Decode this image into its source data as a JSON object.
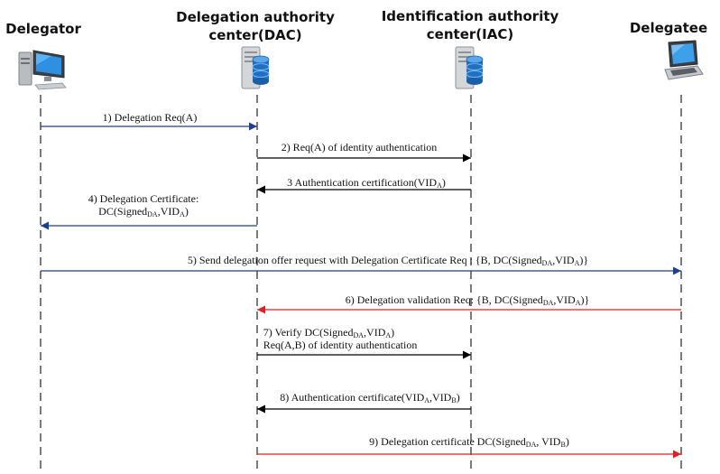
{
  "actors": [
    {
      "id": "delegator",
      "title": "Delegator",
      "icon": "desktop-computer-icon"
    },
    {
      "id": "dac",
      "title": "Delegation authority\ncenter(DAC)",
      "icon": "server-database-icon"
    },
    {
      "id": "iac",
      "title": "Identification authority\ncenter(IAC)",
      "icon": "server-database-icon"
    },
    {
      "id": "delegatee",
      "title": "Delegatee",
      "icon": "laptop-icon"
    }
  ],
  "messages": [
    {
      "from": "delegator",
      "to": "dac",
      "color": "#1f3f8f",
      "lines": [
        [
          {
            "t": "1) Delegation Req(A)"
          }
        ]
      ]
    },
    {
      "from": "dac",
      "to": "iac",
      "color": "#000000",
      "lines": [
        [
          {
            "t": "2) Req(A) of identity authentication"
          }
        ]
      ]
    },
    {
      "from": "iac",
      "to": "dac",
      "color": "#000000",
      "lines": [
        [
          {
            "t": "3 Authentication certification(VID"
          },
          {
            "t": "A",
            "sub": true
          },
          {
            "t": ")"
          }
        ]
      ]
    },
    {
      "from": "dac",
      "to": "delegator",
      "color": "#1f3f8f",
      "lines": [
        [
          {
            "t": "4) Delegation Certificate:"
          }
        ],
        [
          {
            "t": "DC(Signed"
          },
          {
            "t": "DA",
            "sub": true
          },
          {
            "t": ",VID"
          },
          {
            "t": "A",
            "sub": true
          },
          {
            "t": ")"
          }
        ]
      ]
    },
    {
      "from": "delegator",
      "to": "delegatee",
      "color": "#1f3f8f",
      "lines": [
        [
          {
            "t": "5) Send delegation offer request with Delegation Certificate Req : {B, DC(Signed"
          },
          {
            "t": "DA",
            "sub": true
          },
          {
            "t": ",VID"
          },
          {
            "t": "A",
            "sub": true
          },
          {
            "t": ")}"
          }
        ]
      ]
    },
    {
      "from": "delegatee",
      "to": "dac",
      "color": "#e02020",
      "lines": [
        [
          {
            "t": "6) Delegation validation Req: {B, DC(Signed"
          },
          {
            "t": "DA",
            "sub": true
          },
          {
            "t": ",VID"
          },
          {
            "t": "A",
            "sub": true
          },
          {
            "t": ")}"
          }
        ]
      ]
    },
    {
      "from": "dac",
      "to": "iac",
      "color": "#000000",
      "lines": [
        [
          {
            "t": "7) Verify DC(Signed"
          },
          {
            "t": "DA",
            "sub": true
          },
          {
            "t": ",VID"
          },
          {
            "t": "A",
            "sub": true
          },
          {
            "t": ")"
          }
        ],
        [
          {
            "t": "Req(A,B) of identity authentication"
          }
        ]
      ]
    },
    {
      "from": "iac",
      "to": "dac",
      "color": "#000000",
      "lines": [
        [
          {
            "t": "8) Authentication certificate(VID"
          },
          {
            "t": "A",
            "sub": true
          },
          {
            "t": ",VID"
          },
          {
            "t": "B",
            "sub": true
          },
          {
            "t": ")"
          }
        ]
      ]
    },
    {
      "from": "dac",
      "to": "delegatee",
      "color": "#e02020",
      "lines": [
        [
          {
            "t": "9) Delegation certificate DC(Signed"
          },
          {
            "t": "DA",
            "sub": true
          },
          {
            "t": ", VID"
          },
          {
            "t": "B",
            "sub": true
          },
          {
            "t": ")"
          }
        ]
      ]
    }
  ]
}
